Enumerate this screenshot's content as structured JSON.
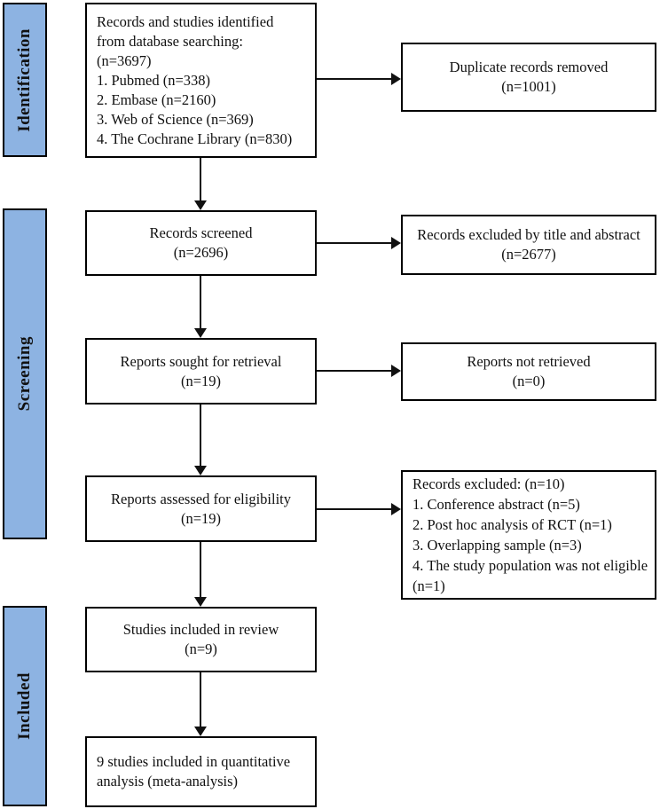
{
  "colors": {
    "stage_fill": "#8db3e2",
    "box_border": "#000000",
    "background": "#ffffff",
    "text": "#111111",
    "arrow": "#111111"
  },
  "stages": [
    {
      "id": "identification",
      "label": "Identification"
    },
    {
      "id": "screening",
      "label": "Screening"
    },
    {
      "id": "included",
      "label": "Included"
    }
  ],
  "main_boxes": [
    {
      "id": "records-identified",
      "lines": [
        "Records and studies identified",
        "from database searching:",
        "(n=3697)",
        "1. Pubmed (n=338)",
        "2. Embase (n=2160)",
        "3. Web of Science (n=369)",
        "4. The Cochrane Library (n=830)"
      ]
    },
    {
      "id": "records-screened",
      "lines": [
        "Records screened",
        "(n=2696)"
      ]
    },
    {
      "id": "reports-sought",
      "lines": [
        "Reports sought for retrieval",
        "(n=19)"
      ]
    },
    {
      "id": "reports-assessed",
      "lines": [
        "Reports assessed for eligibility",
        "(n=19)"
      ]
    },
    {
      "id": "studies-included-review",
      "lines": [
        "Studies included in review",
        "(n=9)"
      ]
    },
    {
      "id": "studies-included-quantitative",
      "lines": [
        "9 studies included in quantitative",
        "analysis (meta-analysis)"
      ]
    }
  ],
  "side_boxes": [
    {
      "id": "duplicates-removed",
      "lines": [
        "Duplicate records removed",
        "(n=1001)"
      ]
    },
    {
      "id": "excluded-title-abstract",
      "lines": [
        "Records excluded by title and abstract",
        "(n=2677)"
      ]
    },
    {
      "id": "reports-not-retrieved",
      "lines": [
        "Reports not retrieved",
        "(n=0)"
      ]
    },
    {
      "id": "records-excluded-fulltext",
      "lines": [
        "Records excluded: (n=10)",
        "1. Conference abstract (n=5)",
        "2. Post hoc analysis of RCT (n=1)",
        "3. Overlapping sample (n=3)",
        "4. The study population was not eligible (n=1)"
      ]
    }
  ],
  "connections": [
    {
      "from": "records-identified",
      "to": "records-screened",
      "direction": "down"
    },
    {
      "from": "records-identified",
      "to": "duplicates-removed",
      "direction": "right"
    },
    {
      "from": "records-screened",
      "to": "reports-sought",
      "direction": "down"
    },
    {
      "from": "records-screened",
      "to": "excluded-title-abstract",
      "direction": "right"
    },
    {
      "from": "reports-sought",
      "to": "reports-assessed",
      "direction": "down"
    },
    {
      "from": "reports-sought",
      "to": "reports-not-retrieved",
      "direction": "right"
    },
    {
      "from": "reports-assessed",
      "to": "studies-included-review",
      "direction": "down"
    },
    {
      "from": "reports-assessed",
      "to": "records-excluded-fulltext",
      "direction": "right"
    },
    {
      "from": "studies-included-review",
      "to": "studies-included-quantitative",
      "direction": "down"
    }
  ]
}
